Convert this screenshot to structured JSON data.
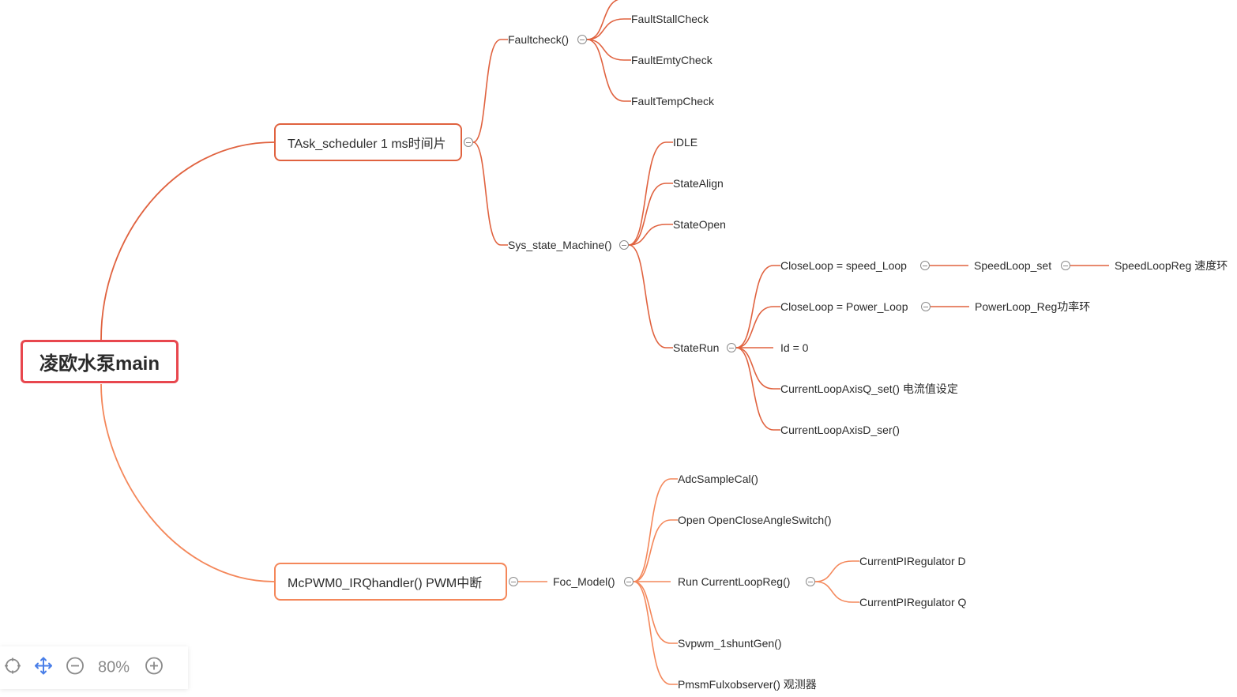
{
  "colors": {
    "red_branch": "#e0623f",
    "orange_branch": "#f4875a",
    "root_border": "#e8474e"
  },
  "root": {
    "label": "凌欧水泵main"
  },
  "task_scheduler": {
    "label": "TAsk_scheduler 1 ms时间片",
    "faultcheck": {
      "label": "Faultcheck()",
      "children": [
        "FaultStallCheck",
        "FaultEmtyCheck",
        "FaultTempCheck"
      ]
    },
    "sys_state_machine": {
      "label": "Sys_state_Machine()",
      "states": [
        "IDLE",
        "StateAlign",
        "StateOpen"
      ],
      "state_run": {
        "label": "StateRun",
        "children": [
          {
            "label": "CloseLoop = speed_Loop",
            "sub": "SpeedLoop_set",
            "subsub": "SpeedLoopReg 速度环"
          },
          {
            "label": "CloseLoop = Power_Loop",
            "sub": "PowerLoop_Reg功率环"
          },
          {
            "label": "Id = 0"
          },
          {
            "label": "CurrentLoopAxisQ_set()  电流值设定"
          },
          {
            "label": "CurrentLoopAxisD_ser()"
          }
        ]
      }
    }
  },
  "pwm_handler": {
    "label": "McPWM0_IRQhandler()  PWM中断",
    "foc_model": {
      "label": "Foc_Model()",
      "children": [
        {
          "label": "AdcSampleCal()"
        },
        {
          "label": "Open  OpenCloseAngleSwitch()"
        },
        {
          "label": "Run  CurrentLoopReg()",
          "children": [
            "CurrentPIRegulator D",
            "CurrentPIRegulator Q"
          ]
        },
        {
          "label": "Svpwm_1shuntGen()"
        },
        {
          "label": "PmsmFulxobserver() 观测器"
        }
      ]
    }
  },
  "toolbar": {
    "zoom_label": "80%",
    "icons": [
      "locate-icon",
      "move-icon",
      "zoom-out-icon",
      "zoom-in-icon"
    ]
  }
}
